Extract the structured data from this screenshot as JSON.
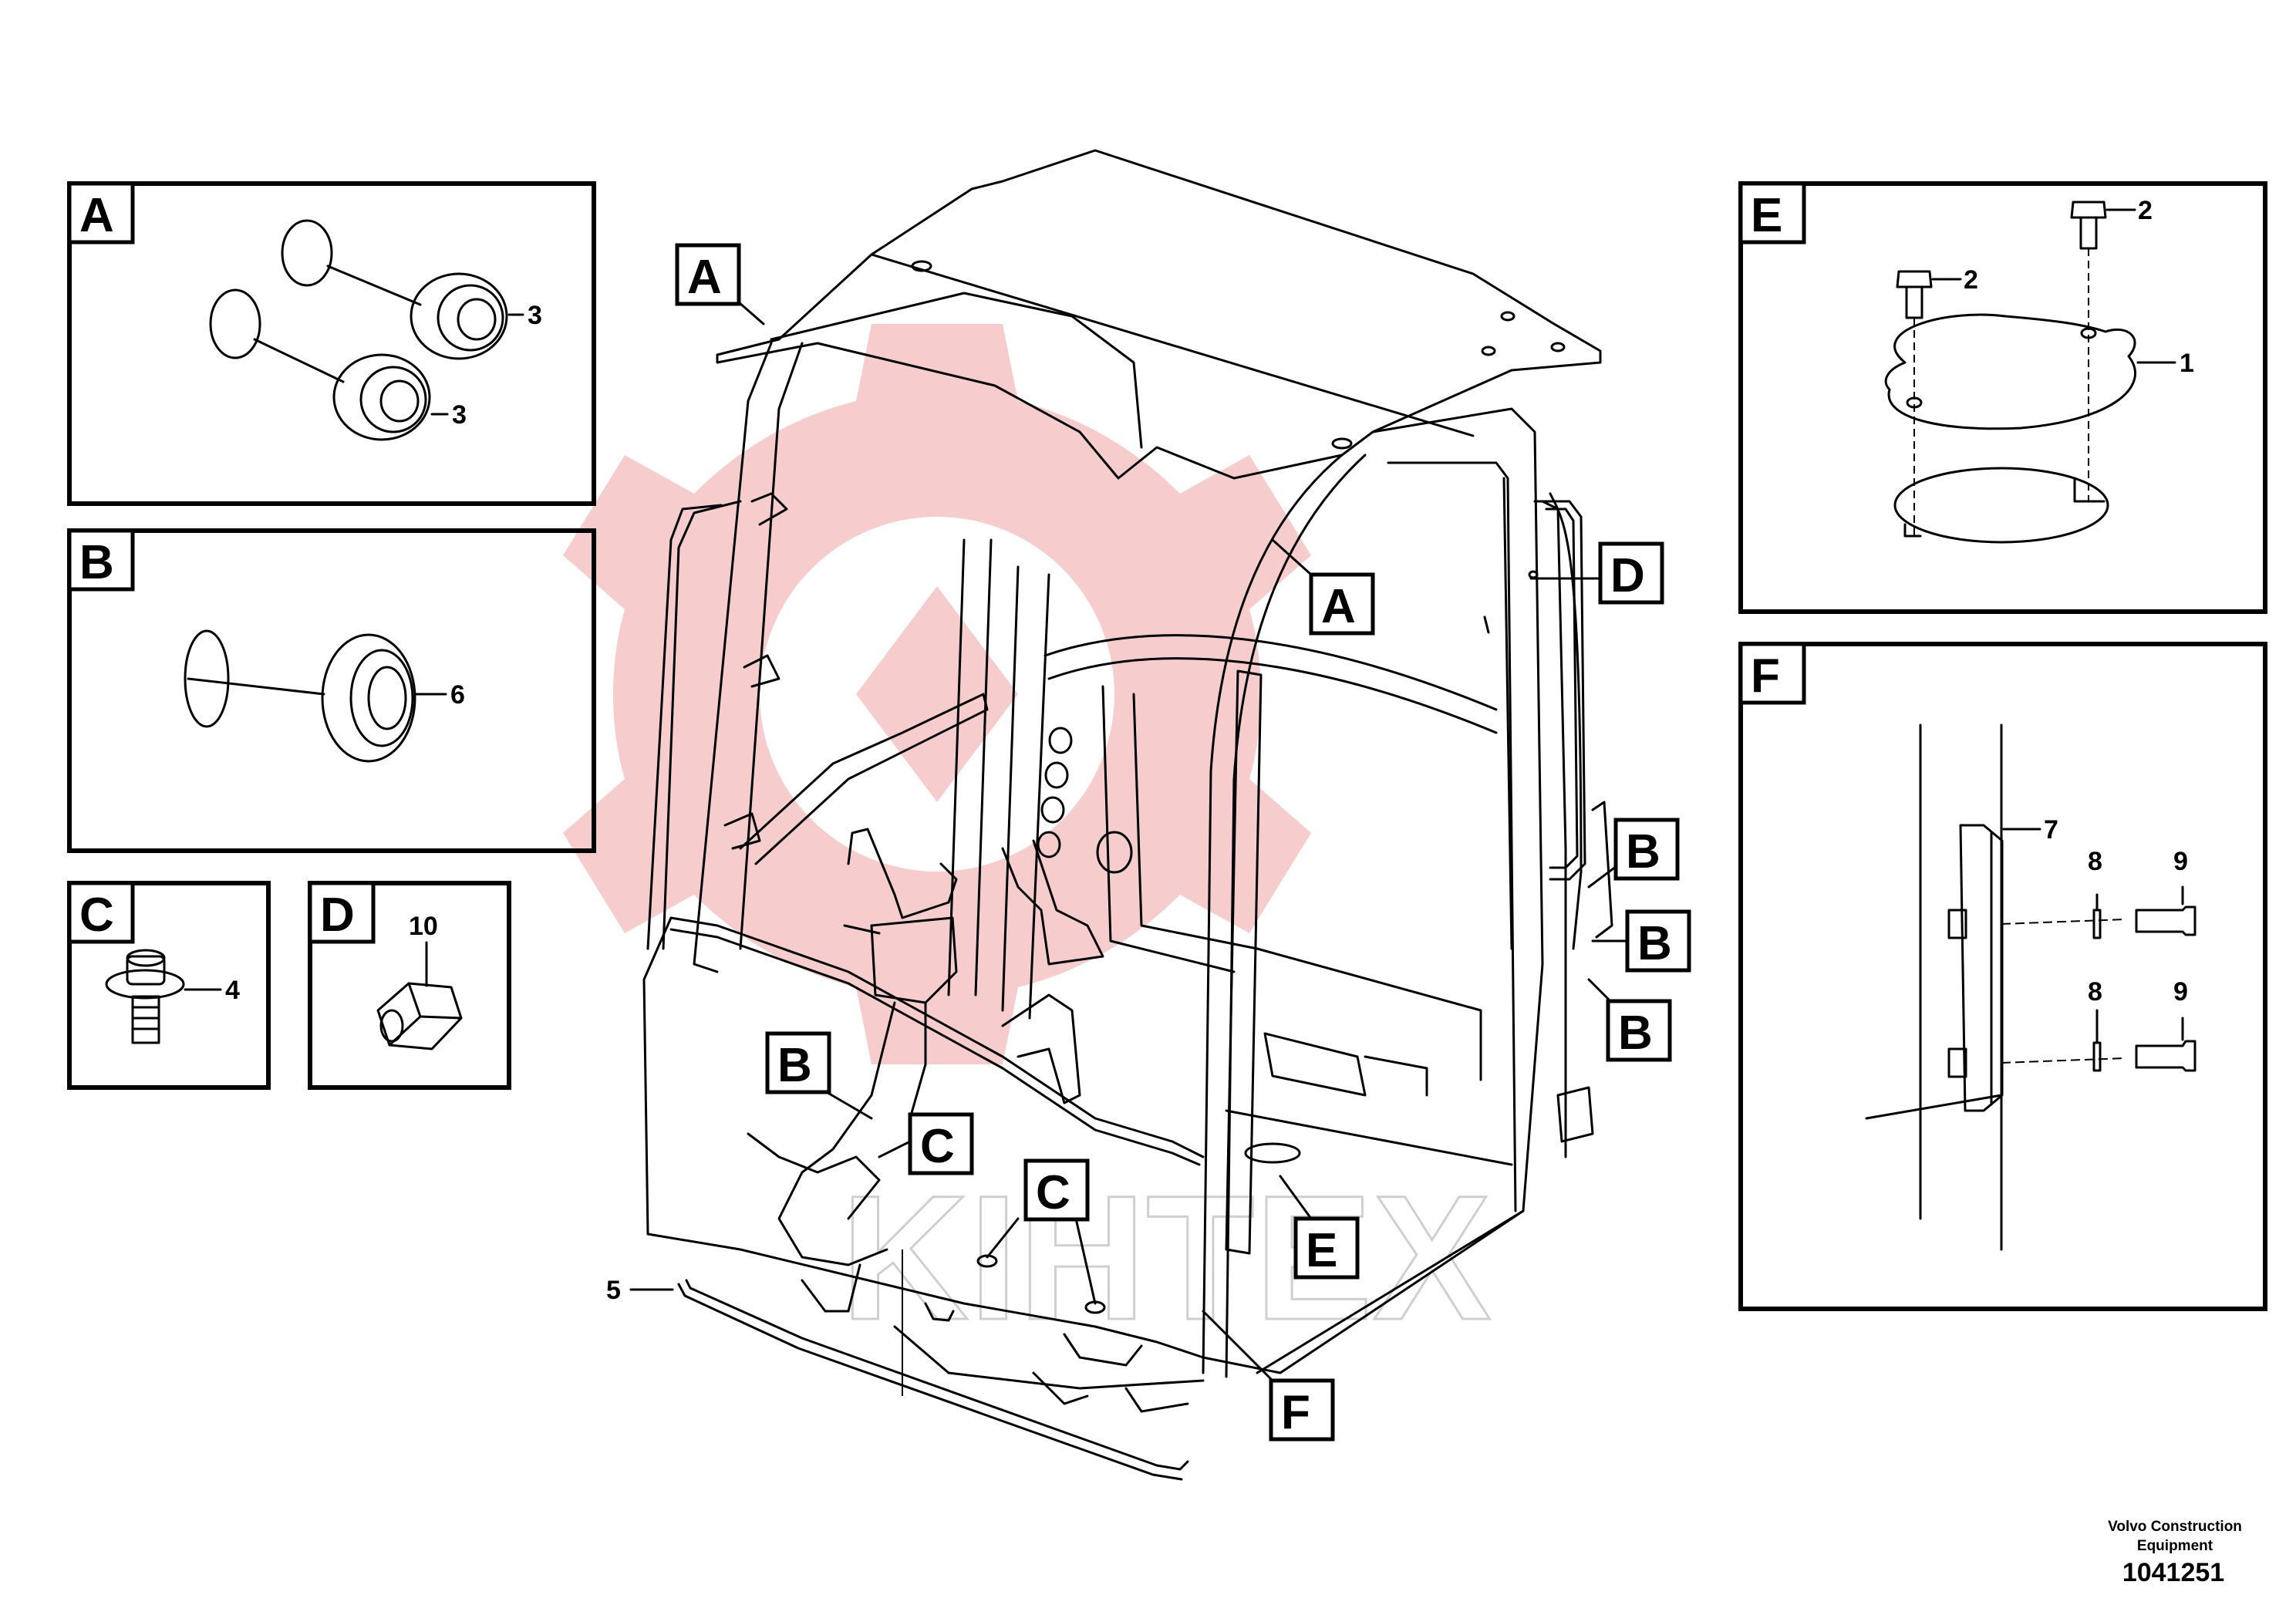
{
  "detail_labels": {
    "A": "A",
    "B": "B",
    "C": "C",
    "D": "D",
    "E": "E",
    "F": "F"
  },
  "item_numbers": {
    "n1": "1",
    "n2": "2",
    "n3": "3",
    "n4": "4",
    "n5": "5",
    "n6": "6",
    "n7": "7",
    "n8": "8",
    "n9": "9",
    "n10": "10"
  },
  "watermark": "KIHTEX",
  "footer": {
    "line1": "Volvo Construction",
    "line2": "Equipment",
    "drawing_number": "1041251"
  },
  "colors": {
    "ink": "#000000",
    "watermark_logo": "#f6c7c7",
    "watermark_text": "#cfcfcf"
  }
}
